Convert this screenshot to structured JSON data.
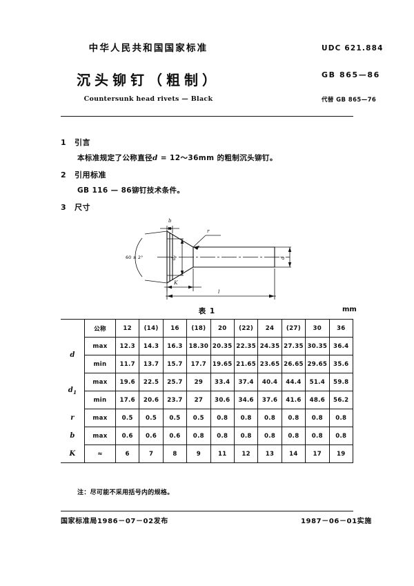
{
  "header": {
    "national_line": "中华人民共和国国家标准",
    "title": "沉头铆钉（粗制）",
    "subtitle": "Countersunk head rivets — Black",
    "udc": "UDC 621.884",
    "standard_no": "GB 865—86",
    "replaces": "代替 GB 865—76"
  },
  "sections": {
    "s1": {
      "num": "1",
      "heading": "引言",
      "body_pre": "本标准规定了公称直径",
      "body_sym": "d",
      "body_post": " = 12～36mm 的粗制沉头铆钉。"
    },
    "s2": {
      "num": "2",
      "heading": "引用标准",
      "body": "GB 116 — 86铆钉技术条件。"
    },
    "s3": {
      "num": "3",
      "heading": "尺寸"
    }
  },
  "drawing": {
    "angle_label": "60 ± 2°",
    "label_b": "b",
    "label_r": "r",
    "label_d1": "d₁",
    "label_d": "d",
    "label_K": "K",
    "label_l": "l"
  },
  "table": {
    "caption": "表 1",
    "unit": "mm",
    "note": "注：尽可能不采用括号内的规格。",
    "nominal_header": "公称",
    "sizes": [
      "12",
      "(14)",
      "16",
      "(18)",
      "20",
      "(22)",
      "24",
      "(27)",
      "30",
      "36"
    ],
    "rows": [
      {
        "symbol": "d",
        "sub": "",
        "qualifier": "max",
        "values": [
          "12.3",
          "14.3",
          "16.3",
          "18.30",
          "20.35",
          "22.35",
          "24.35",
          "27.35",
          "30.35",
          "36.4"
        ]
      },
      {
        "symbol": "d",
        "sub": "",
        "qualifier": "min",
        "values": [
          "11.7",
          "13.7",
          "15.7",
          "17.7",
          "19.65",
          "21.65",
          "23.65",
          "26.65",
          "29.65",
          "35.6"
        ]
      },
      {
        "symbol": "d",
        "sub": "1",
        "qualifier": "max",
        "values": [
          "19.6",
          "22.5",
          "25.7",
          "29",
          "33.4",
          "37.4",
          "40.4",
          "44.4",
          "51.4",
          "59.8"
        ]
      },
      {
        "symbol": "d",
        "sub": "1",
        "qualifier": "min",
        "values": [
          "17.6",
          "20.6",
          "23.7",
          "27",
          "30.6",
          "34.6",
          "37.6",
          "41.6",
          "48.6",
          "56.2"
        ]
      },
      {
        "symbol": "r",
        "sub": "",
        "qualifier": "max",
        "values": [
          "0.5",
          "0.5",
          "0.5",
          "0.5",
          "0.8",
          "0.8",
          "0.8",
          "0.8",
          "0.8",
          "0.8"
        ]
      },
      {
        "symbol": "b",
        "sub": "",
        "qualifier": "max",
        "values": [
          "0.6",
          "0.6",
          "0.6",
          "0.8",
          "0.8",
          "0.8",
          "0.8",
          "0.8",
          "0.8",
          "0.8"
        ]
      },
      {
        "symbol": "K",
        "sub": "",
        "qualifier": "≈",
        "values": [
          "6",
          "7",
          "8",
          "9",
          "11",
          "12",
          "13",
          "14",
          "17",
          "19"
        ]
      }
    ]
  },
  "footer": {
    "issued": "国家标准局1986－07－02发布",
    "effective": "1987－06－01实施"
  }
}
